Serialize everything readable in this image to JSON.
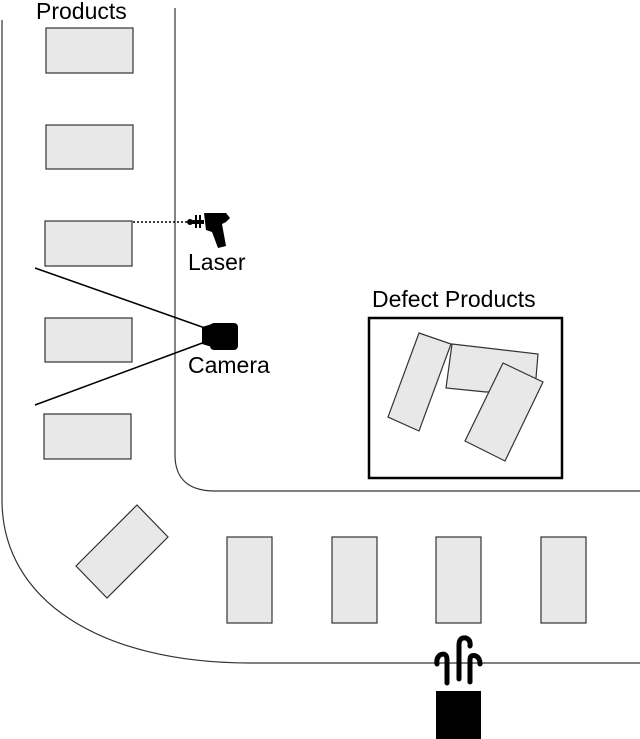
{
  "labels": {
    "products": "Products",
    "laser": "Laser",
    "camera": "Camera",
    "defect_products": "Defect Products"
  },
  "colors": {
    "product_fill": "#e8e8e8",
    "product_stroke": "#333333",
    "line": "#333333",
    "icon": "#000000"
  },
  "icons": [
    "laser-gun-icon",
    "camera-icon",
    "air-jet-icon"
  ],
  "counts": {
    "products_on_vertical_belt": 5,
    "products_at_corner": 1,
    "products_on_horizontal_belt": 4,
    "defect_products_in_bin": 3
  }
}
